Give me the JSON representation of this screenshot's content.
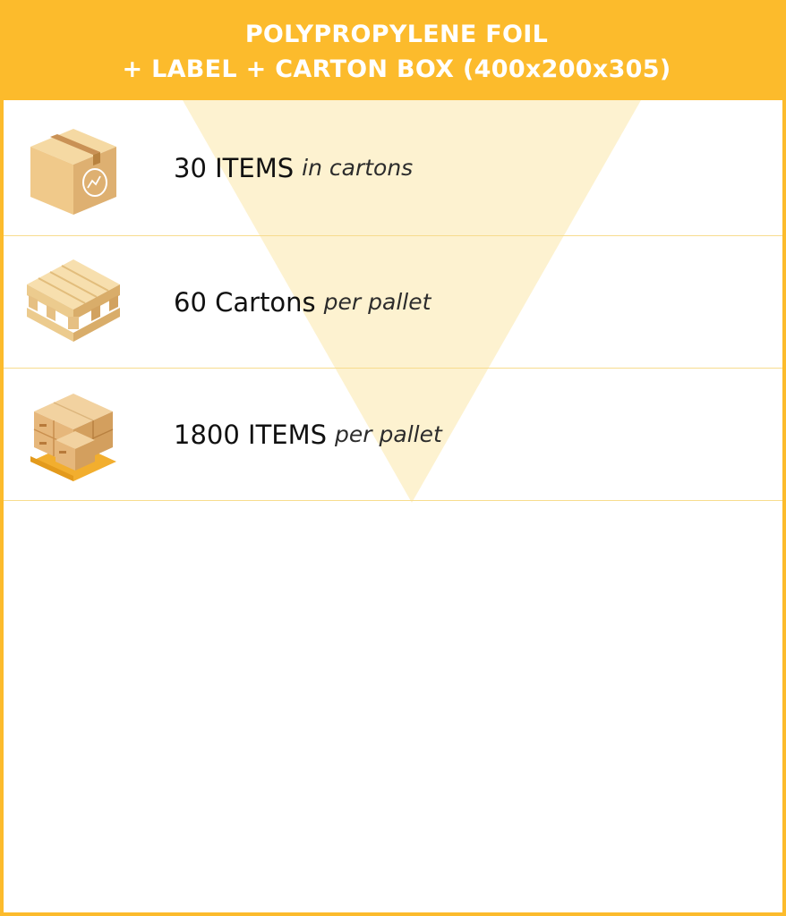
{
  "header": {
    "title_line1": "POLYPROPYLENE FOIL",
    "title_line2": "+ LABEL + CARTON BOX (400x200x305)"
  },
  "rows": [
    {
      "icon": "carton-box-icon",
      "quantity": "30 ITEMS",
      "unit": "in cartons"
    },
    {
      "icon": "pallet-icon",
      "quantity": "60 Cartons",
      "unit": "per pallet"
    },
    {
      "icon": "loaded-pallet-icon",
      "quantity": "1800 ITEMS",
      "unit": "per pallet"
    }
  ],
  "colors": {
    "accent": "#fcbb2c",
    "funnel": "#fdf0c8",
    "divider": "#f7dc8e",
    "text": "#111111",
    "header_text": "#ffffff"
  }
}
